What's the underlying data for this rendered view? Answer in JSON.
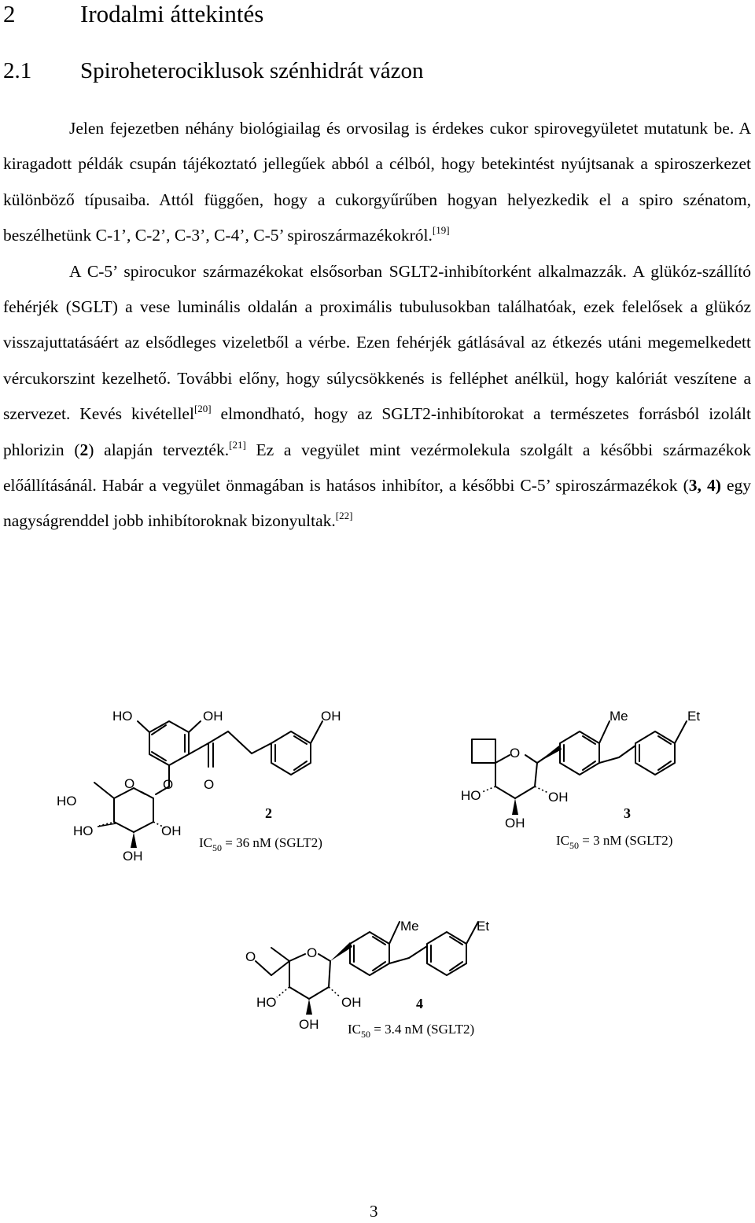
{
  "heading1": {
    "number": "2",
    "title": "Irodalmi áttekintés"
  },
  "heading2": {
    "number": "2.1",
    "title": "Spiroheterociklusok szénhidrát vázon"
  },
  "paragraphs": [
    [
      "Jelen fejezetben néhány biológiailag és orvosilag is érdekes cukor spirovegyületet mutatunk be. A kiragadott példák csupán tájékoztató jellegűek abból a célból, hogy betekintést nyújtsanak a spiroszerkezet különböző típusaiba. Attól függően, hogy a cukorgyűrűben hogyan helyezkedik el a spiro szénatom, beszélhetünk C-1’, C-2’, C-3’, C-4’, C-5’ spiroszármazékokról.",
      "[19]"
    ],
    [
      "A C-5’ spirocukor származékokat elsősorban SGLT2-inhibítorként alkalmazzák. A glükóz-szállító fehérjék (SGLT) a vese luminális oldalán a proximális tubulusokban találhatóak, ezek felelősek a glükóz visszajuttatásáért az elsődleges vizeletből a vérbe. Ezen fehérjék gátlásával az étkezés utáni megemelkedett vércukorszint kezelhető. További előny, hogy súlycsökkenés is felléphet anélkül, hogy kalóriát veszítene a szervezet. Kevés kivétellel",
      "[20]",
      " elmondható, hogy az SGLT2-inhibítorokat a természetes forrásból izolált phlorizin (",
      "2",
      ") alapján tervezték.",
      "[21]",
      " Ez a vegyület mint vezérmolekula szolgált a későbbi származékok előállításánál. Habár a vegyület önmagában is hatásos inhibítor, a későbbi C-5’ spiroszármazékok (",
      "3, 4)",
      " egy nagyságrenddel jobb inhibítoroknak bizonyultak.",
      "[22]"
    ]
  ],
  "scheme": {
    "atoms": {
      "HO": "HO",
      "OH": "OH",
      "O": "O",
      "Me": "Me",
      "Et": "Et"
    },
    "compounds": [
      {
        "number": "2",
        "ic_label": "IC",
        "ic_sub": "50",
        "ic_value": " = 36 nM (SGLT2)"
      },
      {
        "number": "3",
        "ic_label": "IC",
        "ic_sub": "50",
        "ic_value": " = 3 nM (SGLT2)"
      },
      {
        "number": "4",
        "ic_label": "IC",
        "ic_sub": "50",
        "ic_value": " = 3.4 nM (SGLT2)"
      }
    ]
  },
  "page_number": "3"
}
